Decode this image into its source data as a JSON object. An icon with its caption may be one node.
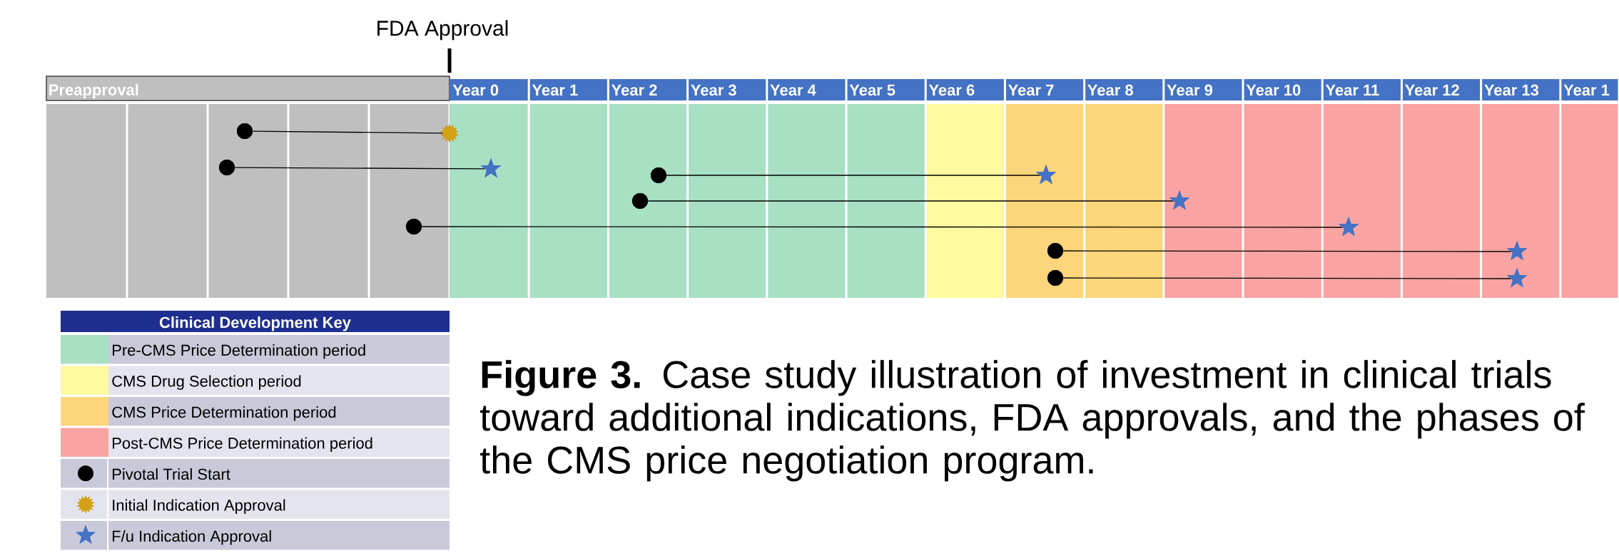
{
  "diagram": {
    "caption": "**Figure 3.** Case study illustration of investment in clinical trials toward additional indications, FDA approvals, and the phases of the CMS price negotiation program.",
    "nodes": [
      {
        "text": [],
        "shape": "circle"
      },
      {
        "text": [],
        "shape": "burst"
      },
      {
        "text": [],
        "shape": "circle"
      },
      {
        "text": [],
        "shape": "star"
      },
      {
        "text": [],
        "shape": "circle"
      },
      {
        "text": [],
        "shape": "star"
      },
      {
        "text": [],
        "shape": "circle"
      },
      {
        "text": [],
        "shape": "star"
      },
      {
        "text": [],
        "shape": "circle"
      },
      {
        "text": [],
        "shape": "star"
      },
      {
        "text": [],
        "shape": "circle"
      },
      {
        "text": [],
        "shape": "star"
      },
      {
        "text": [],
        "shape": "circle"
      },
      {
        "text": [],
        "shape": "star"
      }
    ],
    "edges": [
      {
        "from": 0,
        "to": 1,
        "arrow": "none"
      },
      {
        "from": 2,
        "to": 3,
        "arrow": "none"
      },
      {
        "from": 4,
        "to": 5,
        "arrow": "none"
      },
      {
        "from": 6,
        "to": 7,
        "arrow": "none"
      },
      {
        "from": 8,
        "to": 9,
        "arrow": "none"
      },
      {
        "from": 10,
        "to": 11,
        "arrow": "none"
      },
      {
        "from": 12,
        "to": 13,
        "arrow": "none"
      }
    ],
    "labels": [
      "FDA Approval",
      "Preapproval",
      "Year 0",
      "Year 1",
      "Year 2",
      "Year 3",
      "Year 4",
      "Year 5",
      "Year 6",
      "Year 7",
      "Year 8",
      "Year 9",
      "Year 10",
      "Year 11",
      "Year 12",
      "Year 13",
      "Year 1",
      "Clinical Development Key"
    ],
    "legend": [
      {
        "text": "Pre-CMS Price Determination period",
        "color": "#a8e0c4"
      },
      {
        "text": "CMS Drug Selection period",
        "color": "#fff9a0"
      },
      {
        "text": "CMS Price Determination period",
        "color": "#fdd57a"
      },
      {
        "text": "Post-CMS Price Determination period",
        "color": "#f9a3a3"
      },
      {
        "text": "Pivotal Trial Start"
      },
      {
        "text": "Initial Indication Approval"
      },
      {
        "text": "F/u Indication Approval"
      }
    ]
  }
}
